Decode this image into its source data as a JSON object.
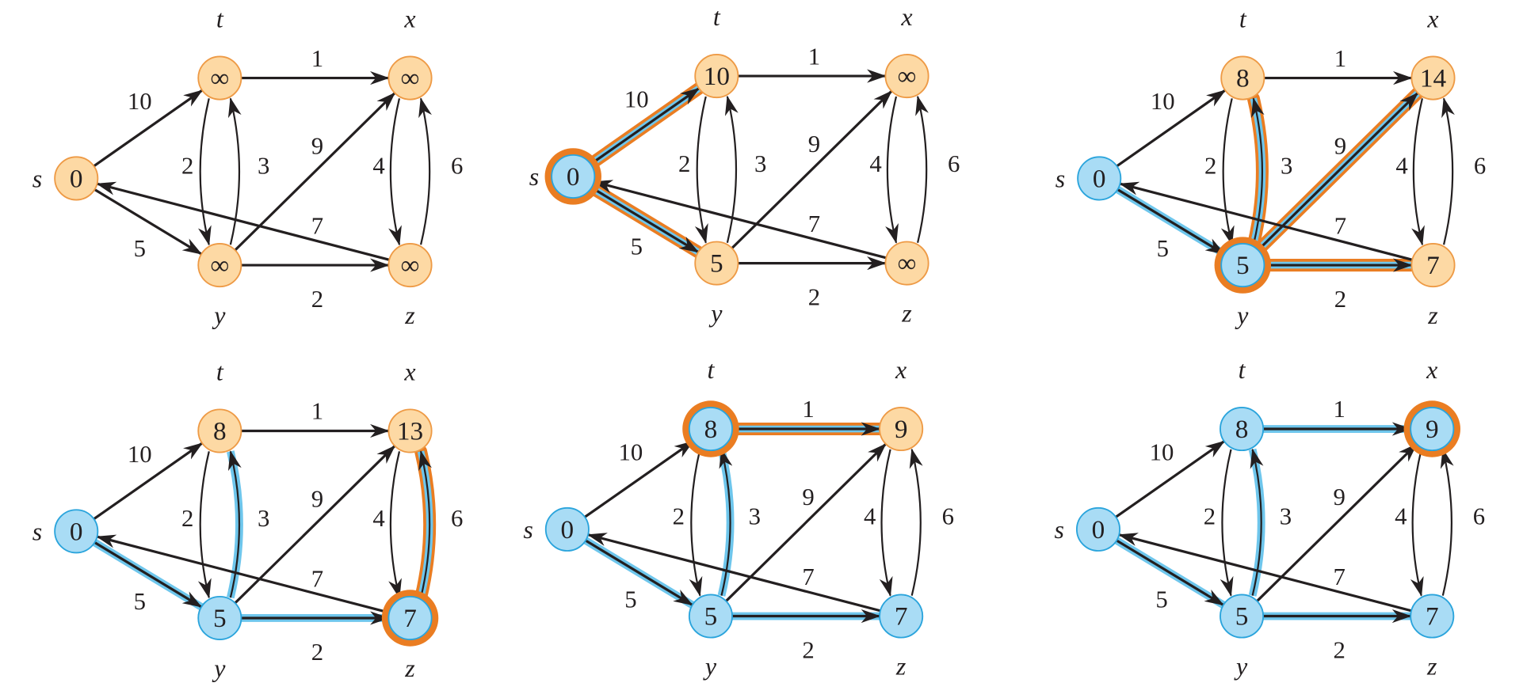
{
  "colors": {
    "unvisited_fill": "#fdd9a4",
    "unvisited_stroke": "#ee9a45",
    "visited_fill": "#a9dcf5",
    "visited_stroke": "#2aa4dc",
    "current_ring": "#ea7d22",
    "edge": "#231f20",
    "tree_shade": "#6ec6ec",
    "relax_shade": "#ea7d22"
  },
  "vertex_labels": {
    "s": "s",
    "t": "t",
    "x": "x",
    "y": "y",
    "z": "z"
  },
  "edges": [
    {
      "id": "s-t",
      "from": "s",
      "to": "t",
      "weight": "10"
    },
    {
      "id": "s-y",
      "from": "s",
      "to": "y",
      "weight": "5"
    },
    {
      "id": "t-x",
      "from": "t",
      "to": "x",
      "weight": "1"
    },
    {
      "id": "t-y",
      "from": "t",
      "to": "y",
      "weight": "2"
    },
    {
      "id": "y-t",
      "from": "y",
      "to": "t",
      "weight": "3"
    },
    {
      "id": "y-x",
      "from": "y",
      "to": "x",
      "weight": "9"
    },
    {
      "id": "x-z",
      "from": "x",
      "to": "z",
      "weight": "4"
    },
    {
      "id": "z-x",
      "from": "z",
      "to": "x",
      "weight": "6"
    },
    {
      "id": "y-z",
      "from": "y",
      "to": "z",
      "weight": "2"
    },
    {
      "id": "z-s",
      "from": "z",
      "to": "s",
      "weight": "7"
    }
  ],
  "panels": [
    {
      "values": {
        "s": "0",
        "t": "∞",
        "x": "∞",
        "y": "∞",
        "z": "∞"
      },
      "visited": [],
      "current": null,
      "tree_edges": [],
      "relaxed_edges": []
    },
    {
      "values": {
        "s": "0",
        "t": "10",
        "x": "∞",
        "y": "5",
        "z": "∞"
      },
      "visited": [
        "s"
      ],
      "current": "s",
      "tree_edges": [],
      "relaxed_edges": [
        "s-t",
        "s-y"
      ]
    },
    {
      "values": {
        "s": "0",
        "t": "8",
        "x": "14",
        "y": "5",
        "z": "7"
      },
      "visited": [
        "s",
        "y"
      ],
      "current": "y",
      "tree_edges": [
        "s-y"
      ],
      "relaxed_edges": [
        "y-t",
        "y-x",
        "y-z"
      ]
    },
    {
      "values": {
        "s": "0",
        "t": "8",
        "x": "13",
        "y": "5",
        "z": "7"
      },
      "visited": [
        "s",
        "y",
        "z"
      ],
      "current": "z",
      "tree_edges": [
        "s-y",
        "y-t",
        "y-z"
      ],
      "relaxed_edges": [
        "z-x"
      ]
    },
    {
      "values": {
        "s": "0",
        "t": "8",
        "x": "9",
        "y": "5",
        "z": "7"
      },
      "visited": [
        "s",
        "y",
        "z",
        "t"
      ],
      "current": "t",
      "tree_edges": [
        "s-y",
        "y-t",
        "y-z"
      ],
      "relaxed_edges": [
        "t-x"
      ]
    },
    {
      "values": {
        "s": "0",
        "t": "8",
        "x": "9",
        "y": "5",
        "z": "7"
      },
      "visited": [
        "s",
        "y",
        "z",
        "t",
        "x"
      ],
      "current": "x",
      "tree_edges": [
        "s-y",
        "y-t",
        "y-z",
        "t-x"
      ],
      "relaxed_edges": []
    }
  ]
}
